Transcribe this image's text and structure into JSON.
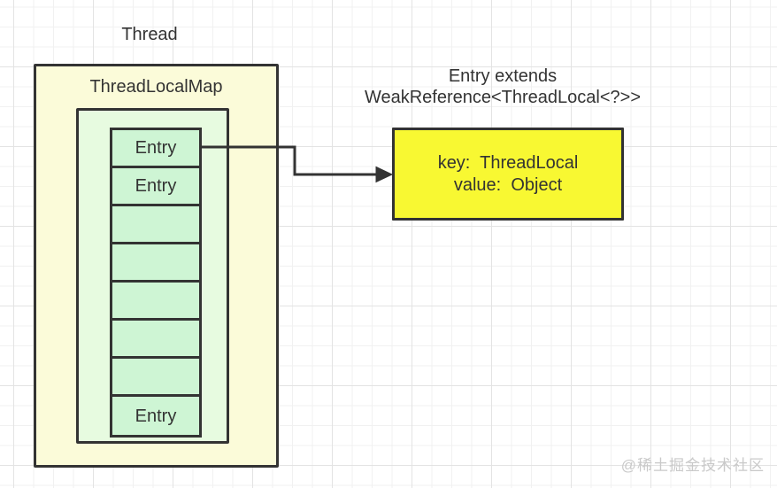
{
  "thread": {
    "label": "Thread"
  },
  "map": {
    "label": "ThreadLocalMap",
    "cells": [
      "Entry",
      "Entry",
      "",
      "",
      "",
      "",
      "",
      "Entry"
    ]
  },
  "note": {
    "line1": "Entry extends",
    "line2": "WeakReference<ThreadLocal<?>>"
  },
  "entry_detail": {
    "line1": "key:  ThreadLocal",
    "line2": "value:  Object"
  },
  "watermark": "@稀土掘金技术社区",
  "colors": {
    "outer_box_fill": "#fbfbd9",
    "inner_box_fill": "#e7fbe0",
    "cell_fill": "#cef5d4",
    "highlight_box_fill": "#f8f832",
    "stroke": "#333333",
    "grid_minor": "#f1f1f1",
    "grid_major": "#e3e3e3",
    "watermark_gray": "#c9c9c9"
  }
}
